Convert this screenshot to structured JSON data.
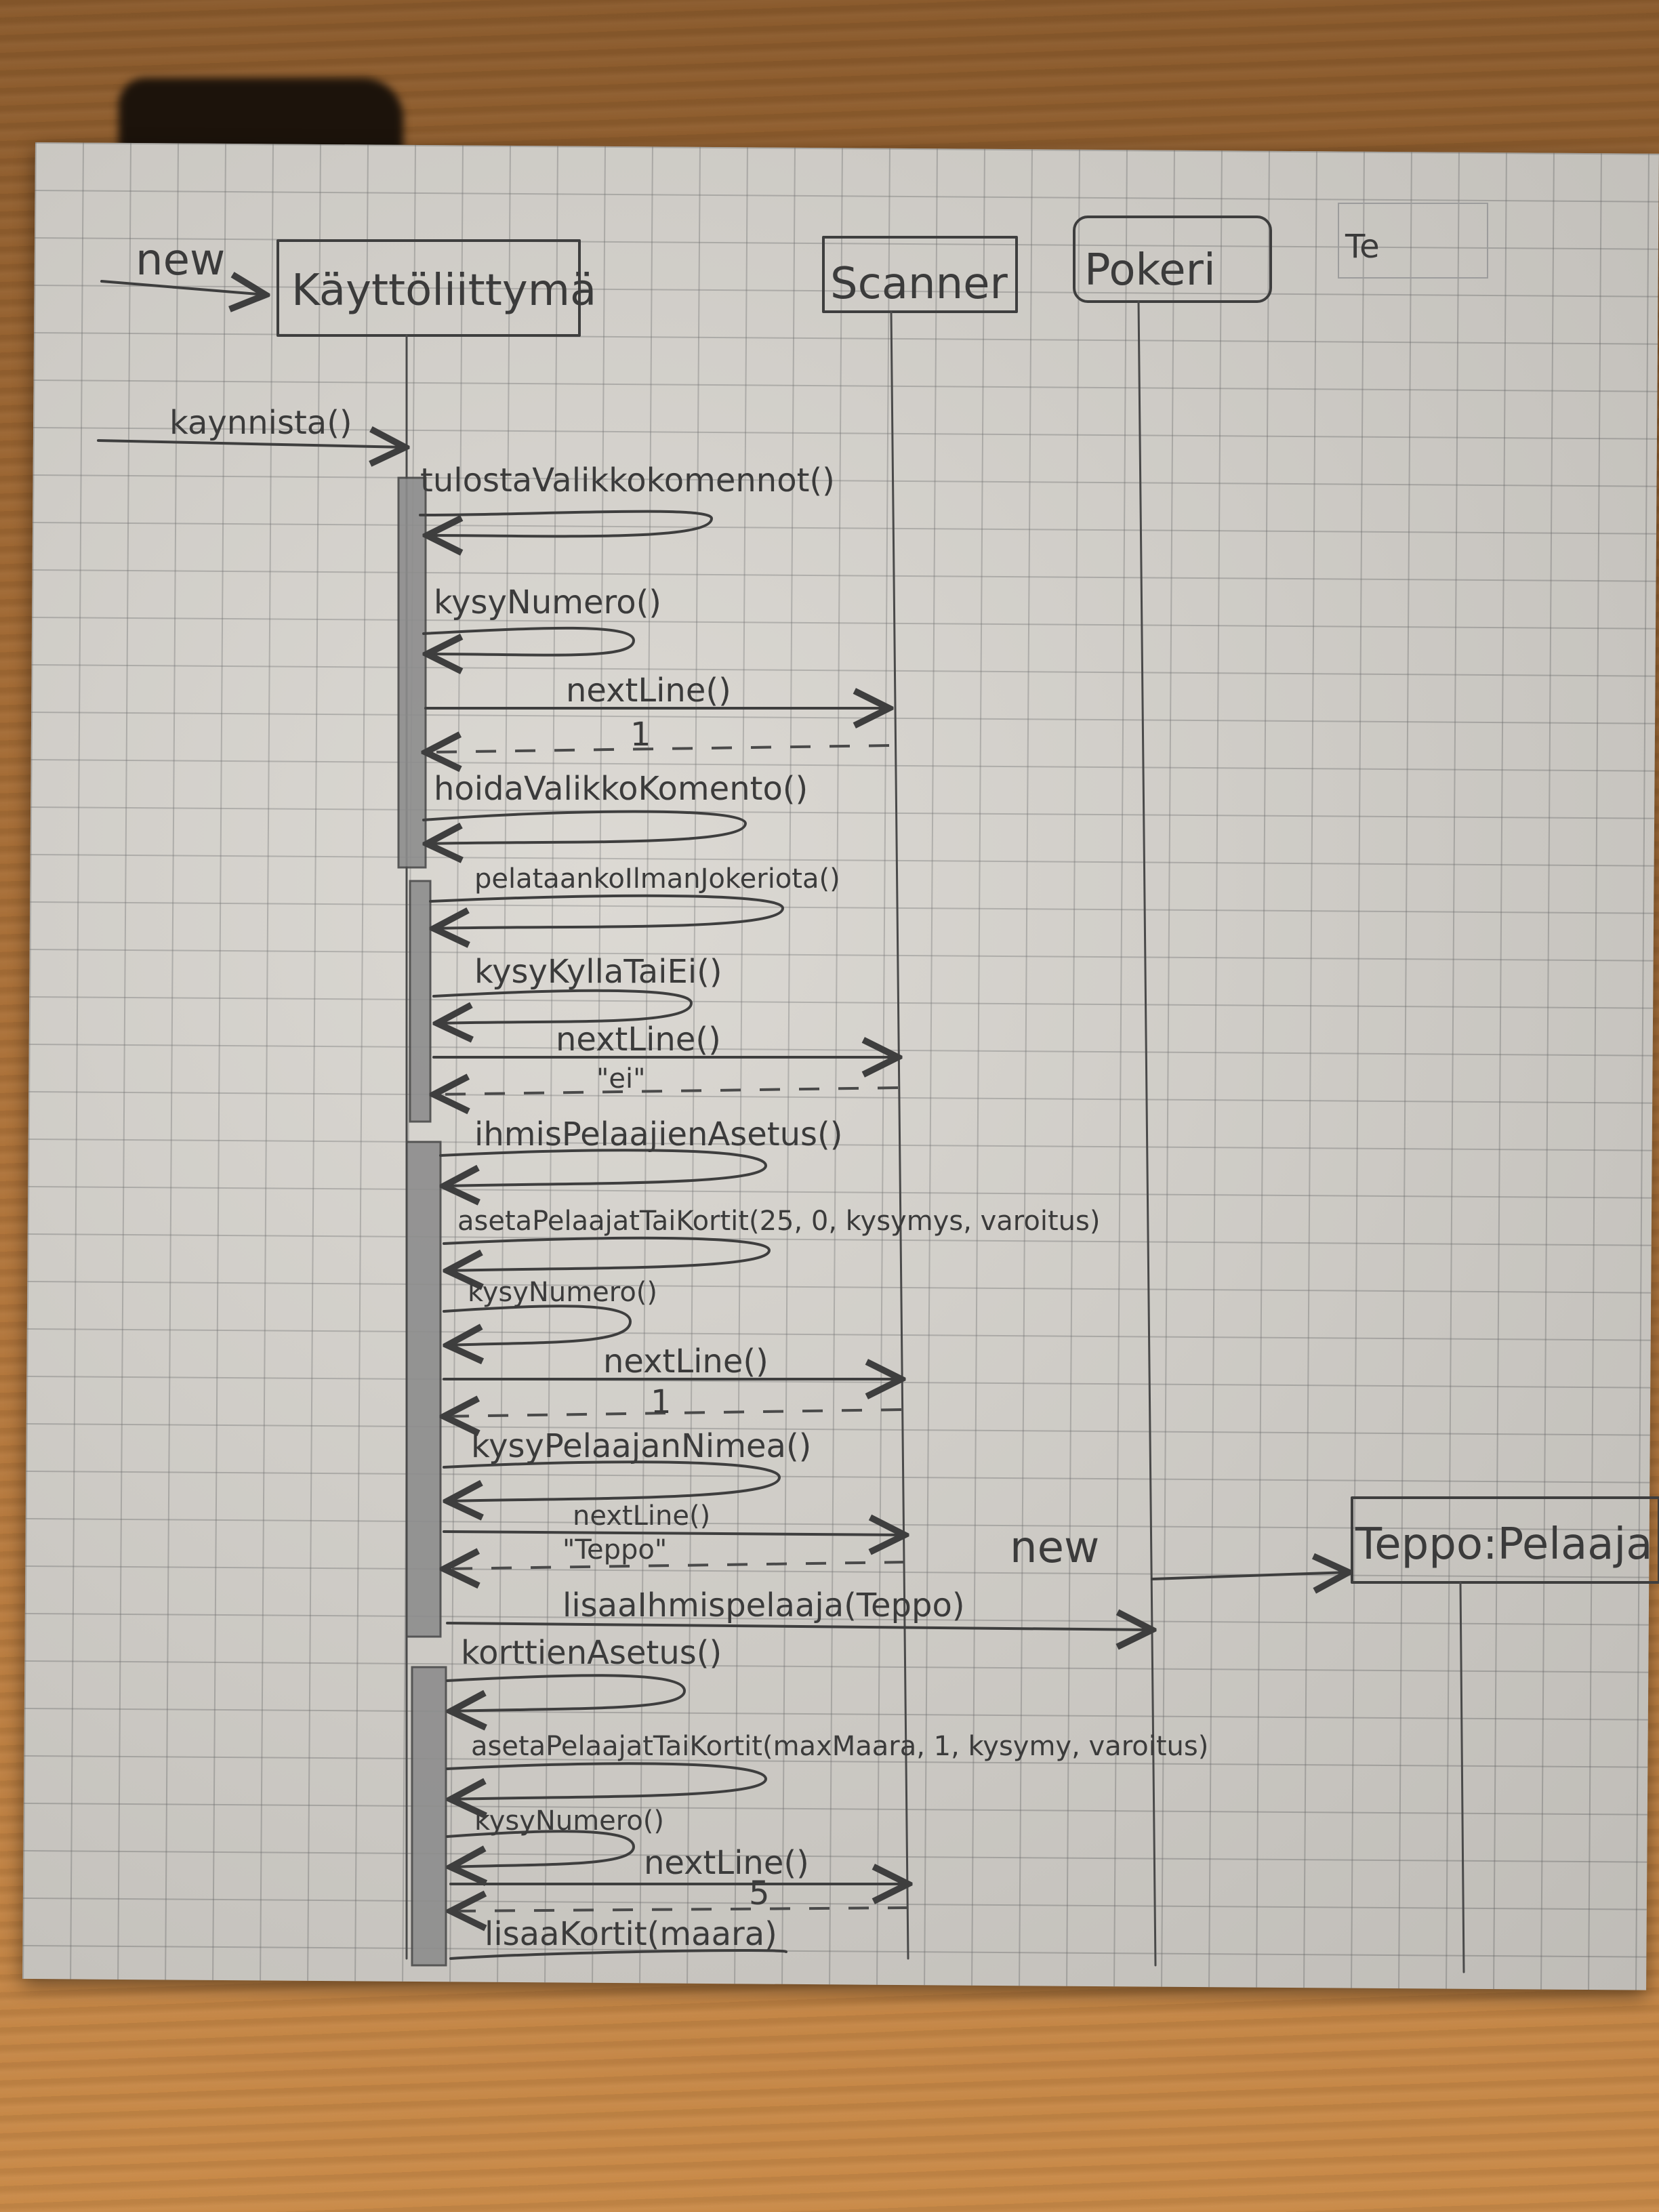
{
  "lifelines": [
    {
      "id": "kayttoliittyma",
      "label": "Käyttöliittymä"
    },
    {
      "id": "scanner",
      "label": "Scanner"
    },
    {
      "id": "pokeri",
      "label": "Pokeri"
    },
    {
      "id": "teppo",
      "label": "Teppo:Pelaaja"
    }
  ],
  "top_right_scribble": "Te",
  "create_label": "new",
  "messages": [
    {
      "id": "kaynnista",
      "label": "kaynnista()"
    },
    {
      "id": "tulostaValikkokomennot",
      "label": "tulostaValikkokomennot()"
    },
    {
      "id": "kysyNumero1",
      "label": "kysyNumero()"
    },
    {
      "id": "nextLine1",
      "label": "nextLine()"
    },
    {
      "id": "ret1",
      "label": "1"
    },
    {
      "id": "hoidaValikkoKomento",
      "label": "hoidaValikkoKomento()"
    },
    {
      "id": "pelataankoIlman",
      "label": "pelataankoIlmanJokeriota()"
    },
    {
      "id": "kysyKyllaTaiEi",
      "label": "kysyKyllaTaiEi()"
    },
    {
      "id": "nextLine2",
      "label": "nextLine()"
    },
    {
      "id": "ret2",
      "label": "\"ei\""
    },
    {
      "id": "ihmisPelaajienAsetus",
      "label": "ihmisPelaajienAsetus()"
    },
    {
      "id": "asetaPelaajat1",
      "label": "asetaPelaajatTaiKortit(25, 0, kysymys, varoitus)"
    },
    {
      "id": "kysyNumero2",
      "label": "kysyNumero()"
    },
    {
      "id": "nextLine3",
      "label": "nextLine()"
    },
    {
      "id": "ret3",
      "label": "1"
    },
    {
      "id": "kysyPelaajanNimea",
      "label": "kysyPelaajanNimea()"
    },
    {
      "id": "nextLine4",
      "label": "nextLine()"
    },
    {
      "id": "ret4",
      "label": "\"Teppo\""
    },
    {
      "id": "new2",
      "label": "new"
    },
    {
      "id": "lisaaIhmispelaaja",
      "label": "lisaaIhmispelaaja(Teppo)"
    },
    {
      "id": "korttienAsetus",
      "label": "korttienAsetus()"
    },
    {
      "id": "asetaPelaajat2",
      "label": "asetaPelaajatTaiKortit(maxMaara, 1, kysymy, varoitus)"
    },
    {
      "id": "kysyNumero3",
      "label": "kysyNumero()"
    },
    {
      "id": "nextLine5",
      "label": "nextLine()"
    },
    {
      "id": "ret5",
      "label": "5"
    },
    {
      "id": "lisaaKortit",
      "label": "lisaaKortit(maara)"
    }
  ],
  "colors": {
    "paper": "#d9d6d0",
    "grid": "#8a8a8a",
    "pencil": "#3e3e3e",
    "wood": "#b77a3e"
  }
}
